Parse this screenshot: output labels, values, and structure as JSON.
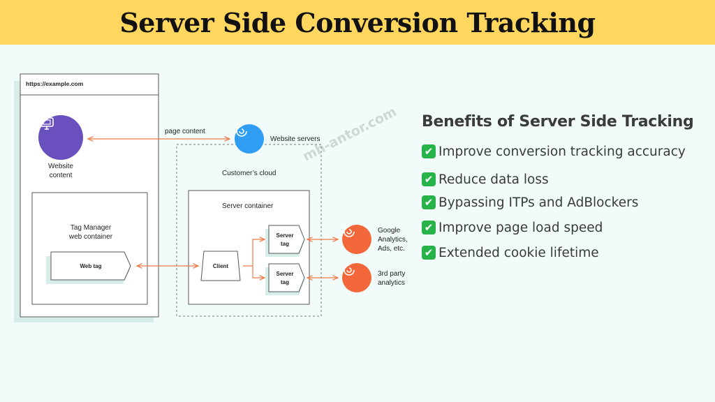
{
  "header": {
    "title": "Server Side Conversion Tracking"
  },
  "diagram": {
    "url": "https://example.com",
    "website_content": "Website\ncontent",
    "page_content": "page content",
    "website_servers": "Website servers",
    "customers_cloud": "Customer’s cloud",
    "server_container": "Server container",
    "tag_manager": "Tag Manager\nweb container",
    "web_tag": "Web tag",
    "client": "Client",
    "server_tag_1": "Server\ntag",
    "server_tag_2": "Server\ntag",
    "google_analytics": "Google\nAnalytics,\nAds, etc.",
    "third_party": "3rd party\nanalytics",
    "watermark": "mh-antor.com"
  },
  "benefits": {
    "title": "Benefits of Server Side Tracking",
    "check_icon": "✔",
    "items": [
      "Improve conversion tracking accuracy",
      "Reduce data loss",
      "Bypassing ITPs and AdBlockers",
      "Improve page load speed",
      "Extended cookie lifetime"
    ]
  },
  "colors": {
    "header_bg": "#ffd75f",
    "arrow": "#f07a47",
    "purple": "#6a4fbf",
    "blue": "#2f9df2",
    "orange": "#f2683a",
    "shadow": "#d6ede9"
  }
}
